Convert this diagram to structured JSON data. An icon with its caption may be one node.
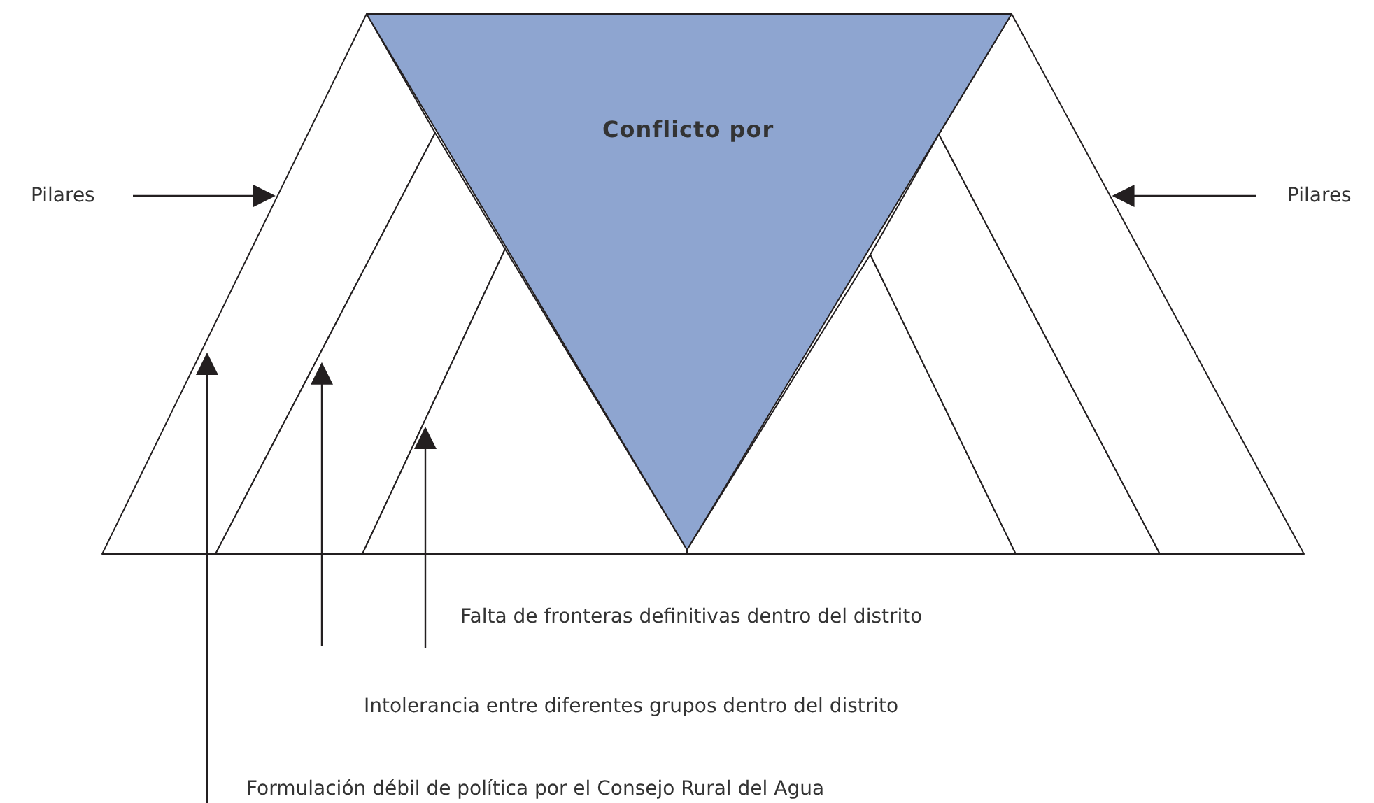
{
  "diagram": {
    "nodes": [
      {
        "text": [
          "Conflicto por"
        ]
      },
      {
        "text": [
          "Pilares"
        ]
      },
      {
        "text": [
          "Pilares"
        ]
      },
      {
        "text": [],
        "shape": "band"
      },
      {
        "text": [],
        "shape": "band"
      },
      {
        "text": [],
        "shape": "band"
      },
      {
        "text": [],
        "shape": "band"
      },
      {
        "text": [],
        "shape": "band"
      },
      {
        "text": [],
        "shape": "band"
      },
      {
        "text": [
          "Falta de fronteras definitivas dentro del distrito"
        ]
      },
      {
        "text": [
          "Intolerancia entre diferentes grupos dentro del distrito"
        ]
      },
      {
        "text": [
          "Formulación débil de política por el Consejo Rural del Agua"
        ]
      }
    ],
    "edges": [
      {
        "from": 1,
        "to": 3,
        "arrow": "to"
      },
      {
        "from": 2,
        "to": 8,
        "arrow": "to"
      },
      {
        "from": 11,
        "to": 3,
        "arrow": "to"
      },
      {
        "from": 10,
        "to": 4,
        "arrow": "to"
      },
      {
        "from": 9,
        "to": 5,
        "arrow": "to"
      }
    ]
  }
}
